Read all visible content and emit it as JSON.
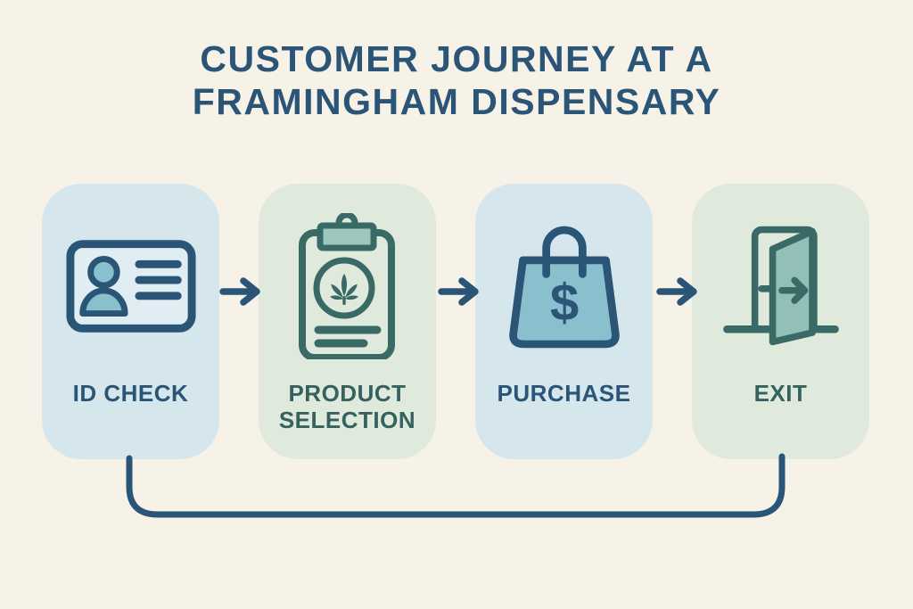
{
  "title": {
    "line1": "CUSTOMER JOURNEY AT A",
    "line2": "FRAMINGHAM DISPENSARY"
  },
  "steps": [
    {
      "label": "ID CHECK",
      "icon": "id-card-icon",
      "card_color": "#d5e6ec",
      "accent_color": "#2b5577"
    },
    {
      "label": "PRODUCT SELECTION",
      "icon": "clipboard-cannabis-icon",
      "card_color": "#dfeadd",
      "accent_color": "#35615e"
    },
    {
      "label": "PURCHASE",
      "icon": "shopping-bag-dollar-icon",
      "card_color": "#d5e6ec",
      "accent_color": "#2b5577"
    },
    {
      "label": "EXIT",
      "icon": "exit-door-icon",
      "card_color": "#dfeadd",
      "accent_color": "#35615e"
    }
  ],
  "connectors": {
    "forward_arrow_count": 3,
    "loop_back": {
      "from": "EXIT",
      "to": "ID CHECK"
    }
  },
  "colors": {
    "background": "#f6f2e8",
    "card_blue": "#d5e6ec",
    "card_green": "#dfeadd",
    "accent_blue": "#2b5577",
    "accent_teal": "#3a6a65",
    "fill_teal_on_blue": "#8abfcd",
    "fill_teal_on_green": "#92bfb7",
    "clip_fill": "#9dc6bd"
  }
}
